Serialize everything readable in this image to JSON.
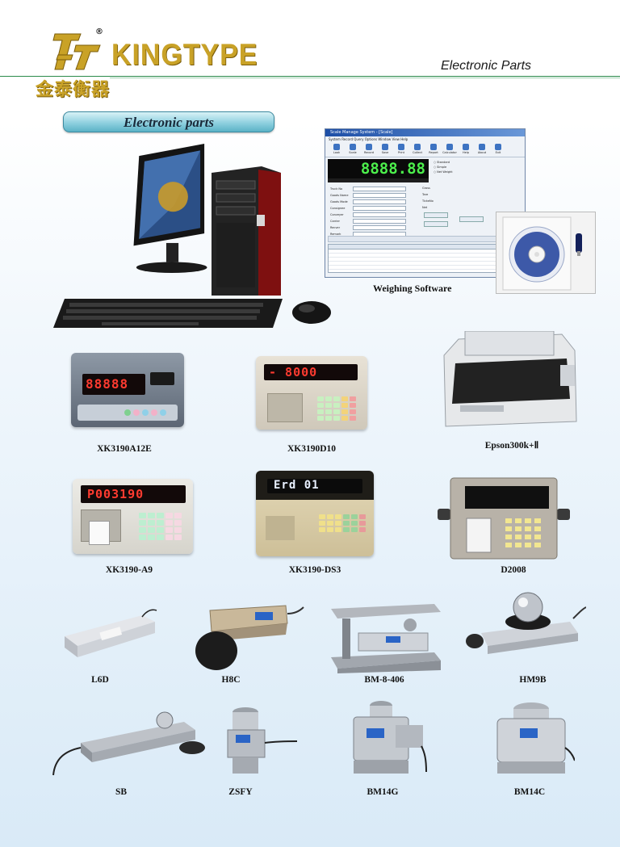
{
  "header": {
    "brand": "KINGTYPE",
    "brand_cn": "金泰衡器",
    "registered": "®",
    "section_title": "Electronic Parts"
  },
  "banner": {
    "label": "Electronic parts"
  },
  "software": {
    "caption": "Weighing Software",
    "window_title": "Scale Manage System - [Scale]",
    "menu": "System  Record  Query  Options  Window  View  Help",
    "display_value": "8888.88",
    "toolbar": [
      "Look",
      "Scale",
      "Record",
      "Save",
      "Print",
      "Collect",
      "Report",
      "Calculator",
      "Help",
      "About",
      "Exit"
    ],
    "mode_options": [
      "Standard",
      "Simple",
      "Net Weight"
    ],
    "fields": [
      "Truck No",
      "Goods Name",
      "Goods Mode",
      "Consignee",
      "Conveyer",
      "Carrier",
      "Recver",
      "Remark"
    ],
    "weights": [
      "Gross",
      "Tare",
      "TickeNo",
      "Net"
    ]
  },
  "products": [
    {
      "model": "XK3190A12E",
      "display": "88888"
    },
    {
      "model": "XK3190D10",
      "display": "-  8000"
    },
    {
      "model": "Epson300k+Ⅱ"
    },
    {
      "model": "XK3190-A9",
      "display": "P003190"
    },
    {
      "model": "XK3190-DS3",
      "display": "Erd  01"
    },
    {
      "model": "D2008"
    },
    {
      "model": "L6D"
    },
    {
      "model": "H8C"
    },
    {
      "model": "BM-8-406"
    },
    {
      "model": "HM9B"
    },
    {
      "model": "SB"
    },
    {
      "model": "ZSFY"
    },
    {
      "model": "BM14G"
    },
    {
      "model": "BM14C"
    }
  ],
  "colors": {
    "brand_gold": "#c9a227",
    "header_rule": "#2a8a4a",
    "banner": "#8fd0df",
    "led_red": "#ff3b30",
    "led_green": "#4cf04c"
  }
}
